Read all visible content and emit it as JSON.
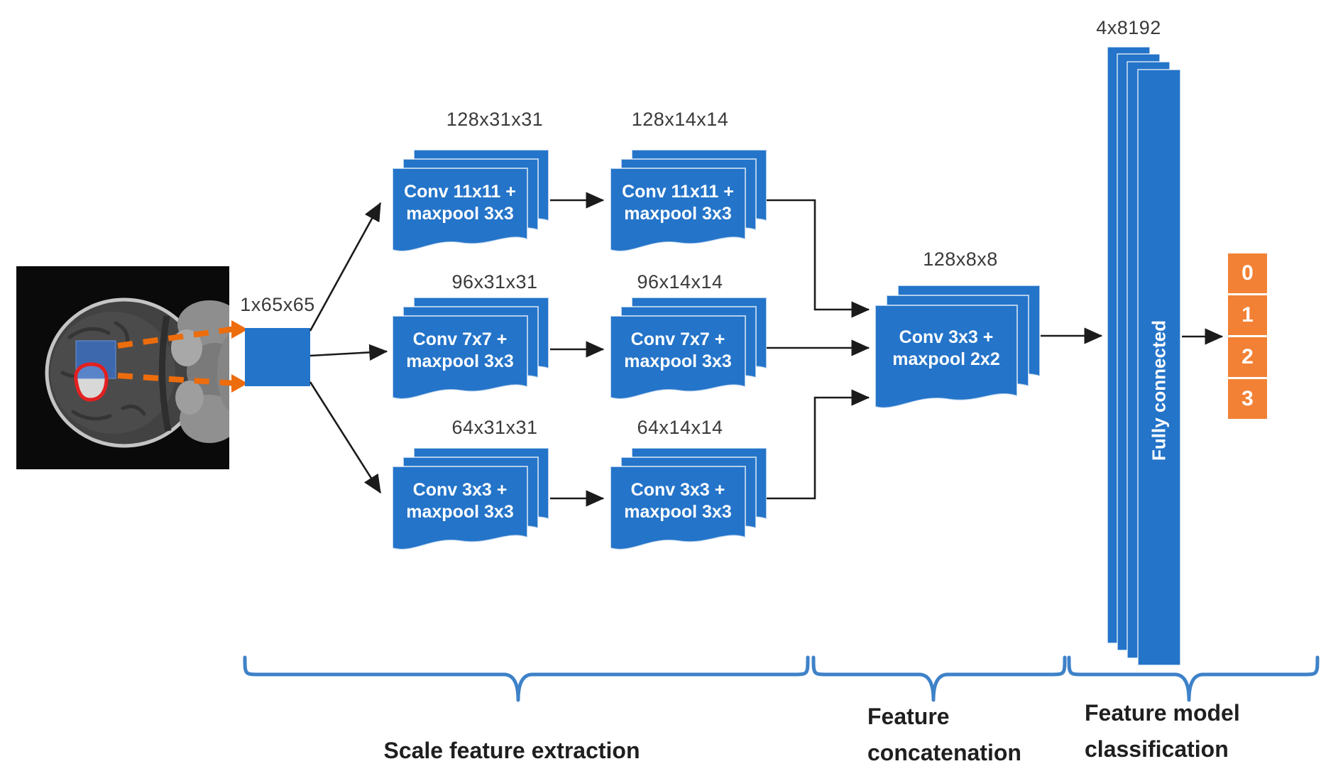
{
  "title": "Multiscale CNN brain-tumor classification architecture",
  "colors": {
    "block_blue": "#2474C9",
    "brace_blue": "#3E82C8",
    "output_orange": "#F28135",
    "dash_orange": "#ED6C0C",
    "arrow_black": "#1b1b1b",
    "dim_label": "#3a3a3a",
    "stage_label": "#1f1f1f"
  },
  "input": {
    "dim": "1x65x65"
  },
  "branches": [
    {
      "s1_dim": "128x31x31",
      "s1_line1": "Conv 11x11 +",
      "s1_line2": "maxpool 3x3",
      "s2_dim": "128x14x14",
      "s2_line1": "Conv 11x11 +",
      "s2_line2": "maxpool 3x3"
    },
    {
      "s1_dim": "96x31x31",
      "s1_line1": "Conv 7x7 +",
      "s1_line2": "maxpool 3x3",
      "s2_dim": "96x14x14",
      "s2_line1": "Conv 7x7 +",
      "s2_line2": "maxpool 3x3"
    },
    {
      "s1_dim": "64x31x31",
      "s1_line1": "Conv 3x3 +",
      "s1_line2": "maxpool 3x3",
      "s2_dim": "64x14x14",
      "s2_line1": "Conv 3x3 +",
      "s2_line2": "maxpool 3x3"
    }
  ],
  "concat": {
    "dim": "128x8x8",
    "line1": "Conv 3x3 +",
    "line2": "maxpool 2x2"
  },
  "fc": {
    "dim": "4x8192",
    "label": "Fully connected"
  },
  "outputs": {
    "classes": [
      "0",
      "1",
      "2",
      "3"
    ]
  },
  "stages": {
    "extraction": "Scale feature extraction",
    "concat_line1": "Feature",
    "concat_line2": "concatenation",
    "classify_line1": "Feature model",
    "classify_line2": "classification"
  }
}
